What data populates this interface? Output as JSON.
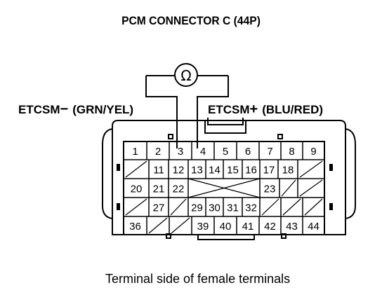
{
  "title": "PCM CONNECTOR C (44P)",
  "caption": "Terminal side of female terminals",
  "meter_symbol": "Ω",
  "wires": {
    "left": {
      "name": "ETCSM",
      "sign": "−",
      "color": "(GRN/YEL)",
      "terminal": "3"
    },
    "right": {
      "name": "ETCSM",
      "sign": "+",
      "color": "(BLU/RED)",
      "terminal": "4"
    }
  },
  "rows": [
    [
      "1",
      "2",
      "3",
      "4",
      "5",
      "6",
      "7",
      "8",
      "9"
    ],
    [
      "",
      "11",
      "12",
      "13",
      "14",
      "15",
      "16",
      "17",
      "18",
      ""
    ],
    [
      "20",
      "21",
      "22",
      "",
      "",
      "",
      "",
      "23",
      "",
      ""
    ],
    [
      "",
      "27",
      "",
      "29",
      "30",
      "31",
      "32",
      "",
      ""
    ],
    [
      "36",
      "",
      "",
      "39",
      "40",
      "41",
      "42",
      "43",
      "44"
    ]
  ]
}
